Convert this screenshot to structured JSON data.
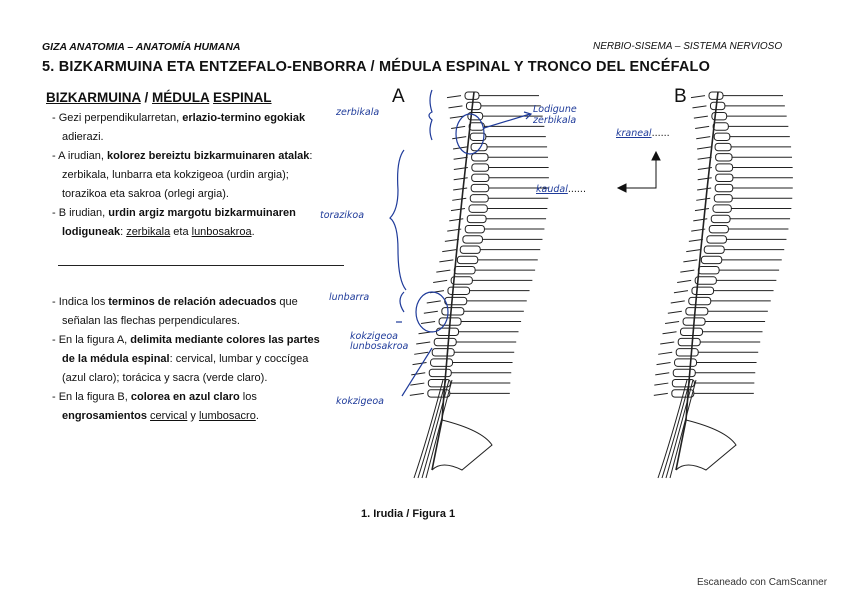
{
  "header": {
    "left": "GIZA ANATOMIA – ANATOMÍA HUMANA",
    "right": "NERBIO-SISEMA – SISTEMA NERVIOSO"
  },
  "title": "5.  BIZKARMUINA ETA ENTZEFALO-ENBORRA / MÉDULA ESPINAL Y TRONCO DEL ENCÉFALO",
  "section": {
    "part1": "BIZKARMUINA",
    "sep": " / ",
    "part2": "MÉDULA",
    "part3": "ESPINAL"
  },
  "instructions": {
    "i1_a": "- Gezi perpendikularretan, ",
    "i1_b": "erlazio-termino egokiak",
    "i1_c": "adierazi.",
    "i2_a": "- A irudian, ",
    "i2_b": "kolorez bereiztu bizkarmuinaren atalak",
    "i2_c": ":",
    "i2_d": "zerbikala, lunbarra eta kokzigeoa (urdin argia);",
    "i2_e": "torazikoa eta sakroa (orlegi argia).",
    "i3_a": "- B irudian, ",
    "i3_b": "urdin argiz margotu bizkarmuinaren",
    "i3_c": "lodiguneak",
    "i3_d": ": ",
    "i3_e": "zerbikala",
    "i3_f": " eta ",
    "i3_g": "lunbosakroa",
    "i3_h": ".",
    "i4_a": "- Indica los ",
    "i4_b": "terminos de relación adecuados",
    "i4_c": " que",
    "i4_d": "señalan las flechas perpendiculares.",
    "i5_a": "- En la figura A, ",
    "i5_b": "delimita mediante colores las partes",
    "i5_c": "de la médula espinal",
    "i5_d": ": cervical, lumbar y coccígea",
    "i5_e": "(azul claro); torácica y sacra (verde claro).",
    "i6_a": "- En la figura B, ",
    "i6_b": "colorea en azul claro",
    "i6_c": " los",
    "i6_d": "engrosamientos ",
    "i6_e": "cervical",
    "i6_f": " y ",
    "i6_g": "lumbosacro",
    "i6_h": "."
  },
  "handwriting": {
    "zerbikala": "zerbikala",
    "torazikoa": "torazikoa",
    "lunbarra": "lunbarra",
    "kokzigeoa_short": "kokzigeoa",
    "lunbosakroa": "lunbosakroa",
    "kokzigeoa": "kokzigeoa",
    "kokzigune_zerbikala_1": "Lodigune",
    "kokzigune_zerbikala_2": "zerbikala",
    "kraneal": "kraneal",
    "kraneal_dots": "......",
    "kaudal": "kaudal",
    "kaudal_dots": "......"
  },
  "figures": {
    "a_label": "A",
    "b_label": "B",
    "caption": "1. Irudia / Figura 1"
  },
  "footer": "Escaneado con CamScanner",
  "colors": {
    "ink": "#1f3b9a",
    "text": "#111111"
  }
}
